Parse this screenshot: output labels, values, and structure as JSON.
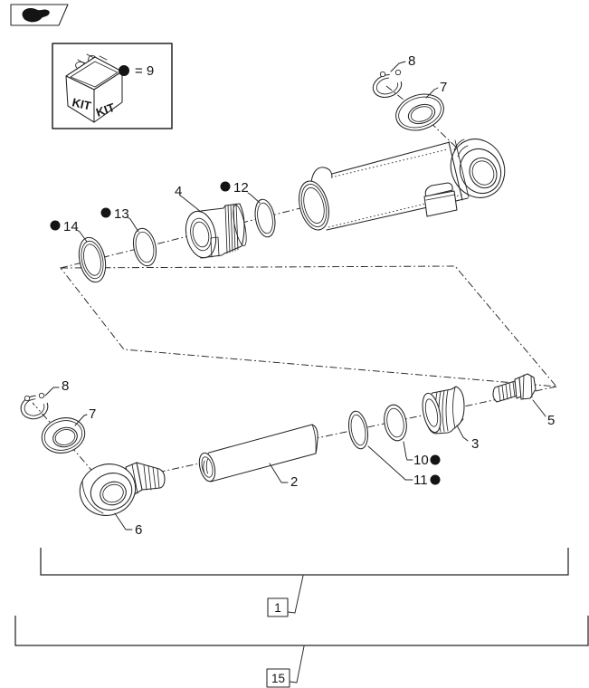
{
  "ink_color": "#242424",
  "icons": {
    "top_left_flag": "hand-flag-icon",
    "kit_bullet": "●",
    "callout_bullet": "●"
  },
  "kit_box": {
    "face_label": "KIT",
    "legend_equals": "= 9"
  },
  "callouts": {
    "barrel_snap_ring": "8",
    "barrel_bearing": "7",
    "gland": "4",
    "gland_oring": "12",
    "seal_mid": "13",
    "seal_outer": "14",
    "setscrew": "5",
    "piston": "3",
    "backup_ring": "10",
    "piston_oring": "11",
    "rod": "2",
    "rod_end": "6",
    "rod_bearing": "7",
    "rod_snap_ring": "8"
  },
  "refs": {
    "assembly": "1",
    "sheet": "15"
  }
}
